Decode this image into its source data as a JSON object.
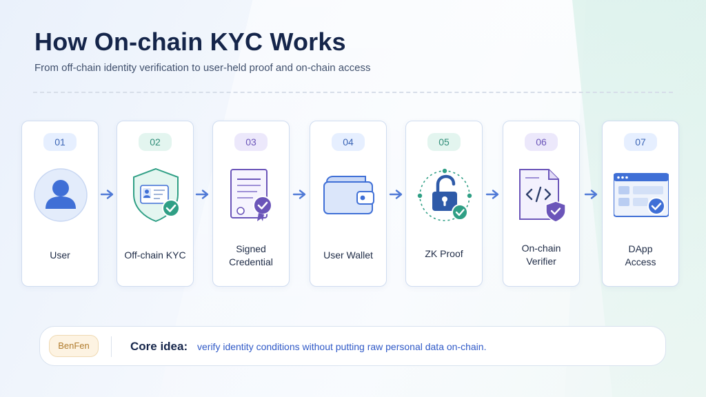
{
  "header": {
    "title": "How On-chain KYC Works",
    "subtitle": "From off-chain identity verification to user-held proof and on-chain access"
  },
  "steps": [
    {
      "number": "01",
      "label": "User",
      "icon": "user-icon",
      "accent": "#3f6fd6"
    },
    {
      "number": "02",
      "label": "Off-chain KYC",
      "icon": "id-shield-icon",
      "accent": "#2f9f85"
    },
    {
      "number": "03",
      "label": "Signed\nCredential",
      "icon": "signed-certificate-icon",
      "accent": "#6b55b9"
    },
    {
      "number": "04",
      "label": "User Wallet",
      "icon": "wallet-icon",
      "accent": "#3f6fd6"
    },
    {
      "number": "05",
      "label": "ZK Proof",
      "icon": "unlocked-padlock-icon",
      "accent": "#2f9f85"
    },
    {
      "number": "06",
      "label": "On-chain\nVerifier",
      "icon": "code-document-shield-icon",
      "accent": "#6b55b9"
    },
    {
      "number": "07",
      "label": "DApp\nAccess",
      "icon": "browser-window-check-icon",
      "accent": "#3f6fd6"
    }
  ],
  "arrow_color": "#4f79d6",
  "core": {
    "brand": "BenFen",
    "label": "Core idea:",
    "text": "verify identity conditions without putting raw personal data on-chain."
  }
}
